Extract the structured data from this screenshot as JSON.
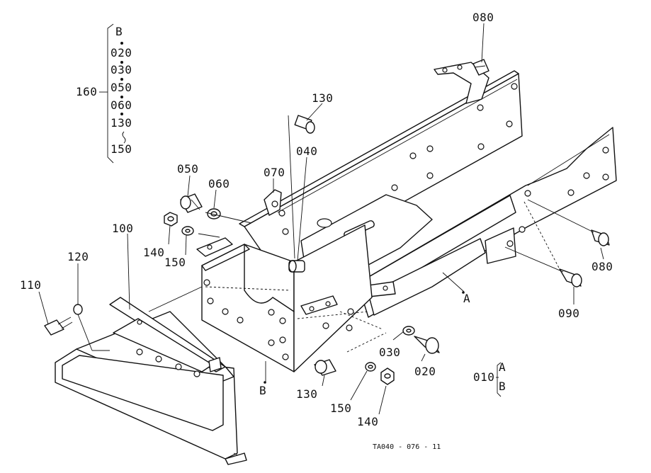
{
  "diagram": {
    "drawing_number": "TA040 - 076 - 11",
    "set_group": {
      "label": "160",
      "items": [
        "B",
        "020",
        "030",
        "050",
        "060",
        "130",
        "150"
      ]
    },
    "assembly_group": {
      "label": "010",
      "items": [
        "A",
        "B"
      ]
    },
    "callouts": [
      {
        "id": "080-top",
        "text": "080"
      },
      {
        "id": "130-top",
        "text": "130"
      },
      {
        "id": "040",
        "text": "040"
      },
      {
        "id": "070",
        "text": "070"
      },
      {
        "id": "050",
        "text": "050"
      },
      {
        "id": "060",
        "text": "060"
      },
      {
        "id": "100",
        "text": "100"
      },
      {
        "id": "140-left",
        "text": "140"
      },
      {
        "id": "150-left",
        "text": "150"
      },
      {
        "id": "120",
        "text": "120"
      },
      {
        "id": "110",
        "text": "110"
      },
      {
        "id": "080-right",
        "text": "080"
      },
      {
        "id": "090",
        "text": "090"
      },
      {
        "id": "A-ref",
        "text": "A"
      },
      {
        "id": "B-ref",
        "text": "B"
      },
      {
        "id": "030",
        "text": "030"
      },
      {
        "id": "020",
        "text": "020"
      },
      {
        "id": "130-bottom",
        "text": "130"
      },
      {
        "id": "150-bottom",
        "text": "150"
      },
      {
        "id": "140-bottom",
        "text": "140"
      }
    ]
  }
}
